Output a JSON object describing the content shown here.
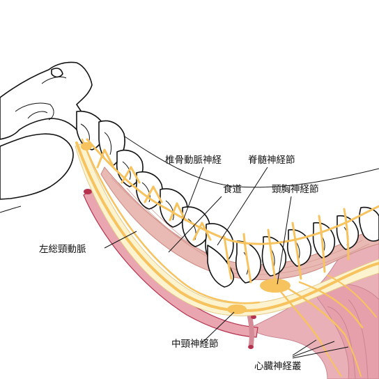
{
  "labels": {
    "vertebral_artery_nerve": "椎骨動脈神経",
    "spinal_ganglion": "脊髄神経節",
    "esophagus": "食道",
    "cervicothoracic_ganglion": "頸胸神経節",
    "left_common_carotid": "左総頸動脈",
    "middle_cervical_ganglion": "中頸神経節",
    "cardiac_nerve_plexus": "心臓神経叢"
  },
  "colors": {
    "nerve": "#f7c35f",
    "nerve_pale": "#fbe7a6",
    "vessel": "#e9a6b0",
    "vessel_dark": "#b5324f",
    "muscle": "#e7b3ad",
    "esophagus": "#fdf3cf",
    "outline": "#111111"
  }
}
